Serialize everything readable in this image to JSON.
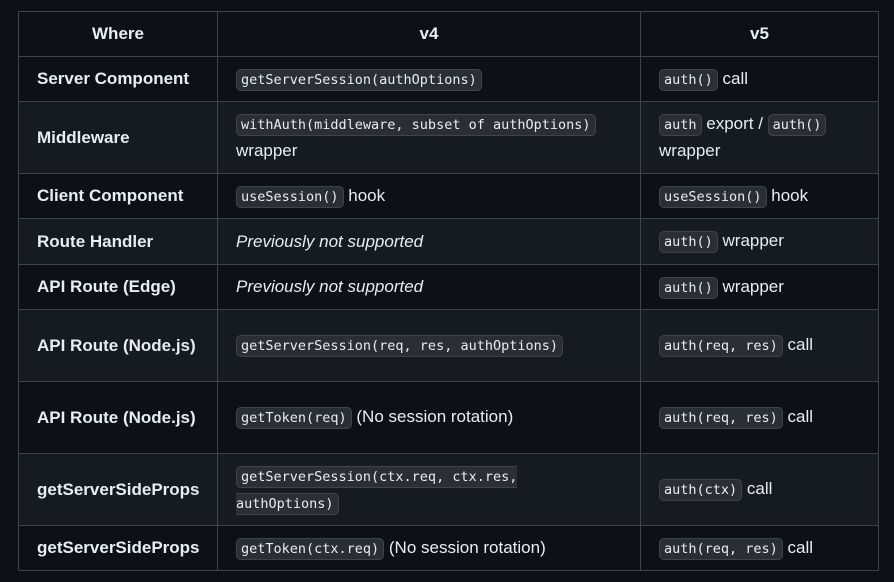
{
  "header": {
    "where": "Where",
    "v4": "v4",
    "v5": "v5"
  },
  "rows": [
    {
      "where": "Server Component",
      "v4": [
        {
          "code": "getServerSession(authOptions)"
        }
      ],
      "v5": [
        {
          "code": "auth()"
        },
        {
          "text": " call"
        }
      ]
    },
    {
      "where": "Middleware",
      "v4": [
        {
          "code": "withAuth(middleware, subset of authOptions)"
        },
        {
          "text": " wrapper"
        }
      ],
      "v5": [
        {
          "code": "auth"
        },
        {
          "text": " export / "
        },
        {
          "code": "auth()"
        },
        {
          "text": " wrapper"
        }
      ]
    },
    {
      "where": "Client Component",
      "v4": [
        {
          "code": "useSession()"
        },
        {
          "text": " hook"
        }
      ],
      "v5": [
        {
          "code": "useSession()"
        },
        {
          "text": " hook"
        }
      ]
    },
    {
      "where": "Route Handler",
      "v4": [
        {
          "em": "Previously not supported"
        }
      ],
      "v5": [
        {
          "code": "auth()"
        },
        {
          "text": " wrapper"
        }
      ]
    },
    {
      "where": "API Route (Edge)",
      "v4": [
        {
          "em": "Previously not supported"
        }
      ],
      "v5": [
        {
          "code": "auth()"
        },
        {
          "text": " wrapper"
        }
      ]
    },
    {
      "where": "API Route (Node.js)",
      "v4": [
        {
          "code": "getServerSession(req, res, authOptions)"
        }
      ],
      "v5": [
        {
          "code": "auth(req, res)"
        },
        {
          "text": " call"
        }
      ]
    },
    {
      "where": "API Route (Node.js)",
      "v4": [
        {
          "code": "getToken(req)"
        },
        {
          "text": " (No session rotation)"
        }
      ],
      "v5": [
        {
          "code": "auth(req, res)"
        },
        {
          "text": " call"
        }
      ]
    },
    {
      "where": "getServerSideProps",
      "v4": [
        {
          "code": "getServerSession(ctx.req, ctx.res, authOptions)"
        }
      ],
      "v5": [
        {
          "code": "auth(ctx)"
        },
        {
          "text": " call"
        }
      ]
    },
    {
      "where": "getServerSideProps",
      "v4": [
        {
          "code": "getToken(ctx.req)"
        },
        {
          "text": " (No session rotation)"
        }
      ],
      "v5": [
        {
          "code": "auth(req, res)"
        },
        {
          "text": " call"
        }
      ]
    }
  ]
}
